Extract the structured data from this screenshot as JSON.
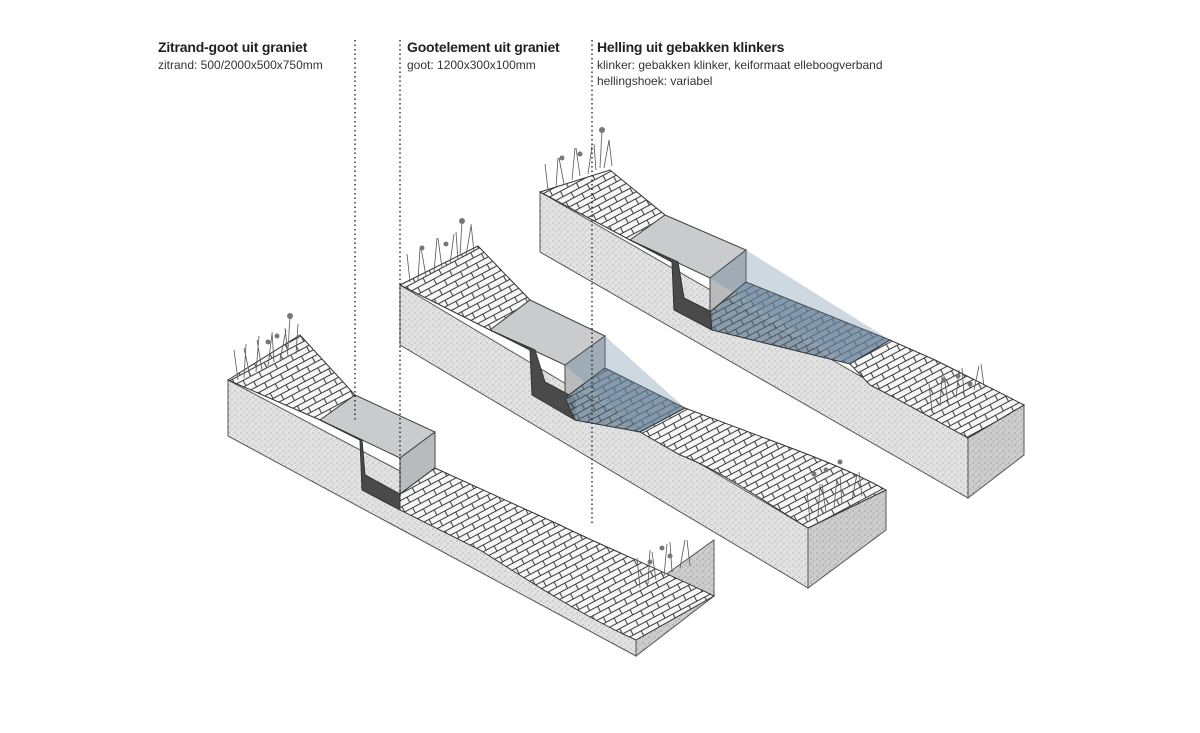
{
  "labels": [
    {
      "title": "Zitrand-goot uit graniet",
      "lines": [
        "zitrand: 500/2000x500x750mm"
      ]
    },
    {
      "title": "Gootelement uit graniet",
      "lines": [
        "goot: 1200x300x100mm"
      ]
    },
    {
      "title": "Helling uit gebakken klinkers",
      "lines": [
        "klinker: gebakken klinker, keiformaat elleboogverband",
        "hellingshoek: variabel"
      ]
    }
  ],
  "colors": {
    "side": "#e4e4e4",
    "front": "#cfcfcf",
    "top_paving": "#f4f4f4",
    "paving_lines": "#333333",
    "granite_top": "#c9cbcc",
    "granite_side": "#b9bbbd",
    "step_dark": "#4a4a4a",
    "water": "#6f8fa8",
    "leader": "#222222"
  }
}
